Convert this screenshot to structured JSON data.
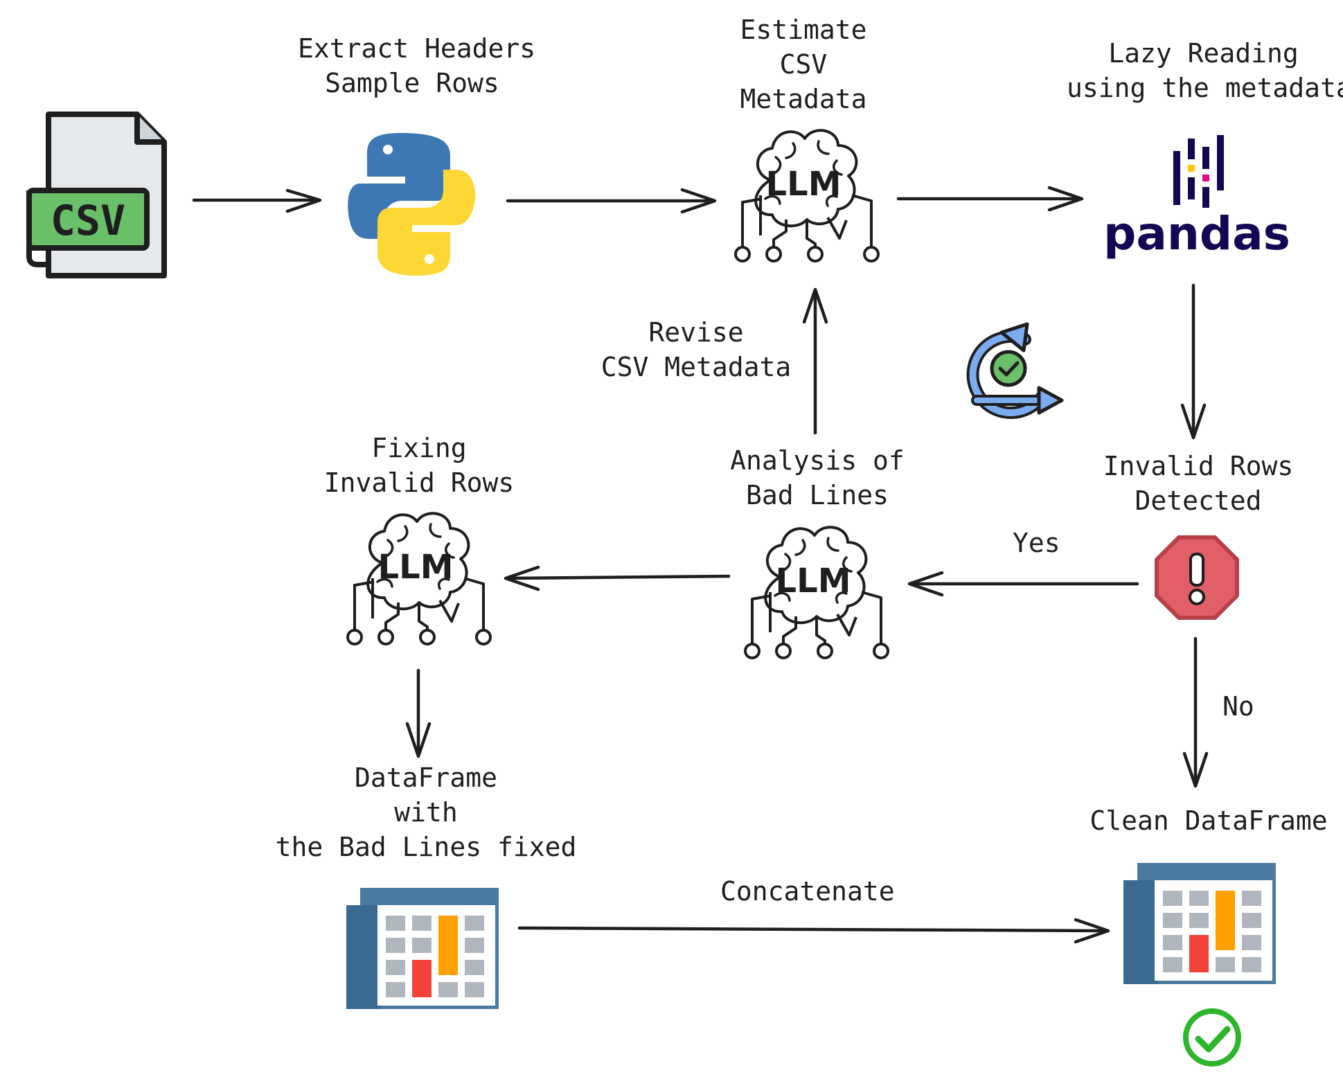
{
  "nodes": {
    "csv_file": {
      "badge": "CSV",
      "icon": "csv-file-icon"
    },
    "extract": {
      "lines": [
        "Extract Headers",
        "Sample Rows"
      ],
      "icon": "python-logo-icon"
    },
    "estimate": {
      "lines": [
        "Estimate",
        "CSV",
        "Metadata"
      ],
      "icon": "llm-brain-icon",
      "badge": "LLM"
    },
    "lazy_read": {
      "lines": [
        "Lazy Reading",
        "using the metadata"
      ],
      "icon": "pandas-logo-icon",
      "badge": "pandas"
    },
    "invalid_rows": {
      "lines": [
        "Invalid Rows",
        "Detected"
      ],
      "icon": "warning-octagon-icon"
    },
    "analysis": {
      "lines": [
        "Analysis of",
        "Bad Lines"
      ],
      "icon": "llm-brain-icon",
      "badge": "LLM"
    },
    "fixing": {
      "lines": [
        "Fixing",
        "Invalid Rows"
      ],
      "icon": "llm-brain-icon",
      "badge": "LLM"
    },
    "revise": {
      "lines": [
        "Revise",
        "CSV Metadata"
      ]
    },
    "fixed_df": {
      "lines": [
        "DataFrame",
        "with",
        "the Bad Lines fixed"
      ],
      "icon": "dataframe-table-icon"
    },
    "clean_df": {
      "lines": [
        "Clean DataFrame"
      ],
      "icon": "dataframe-table-icon",
      "status_icon": "check-circle-icon"
    },
    "loop": {
      "icon": "refresh-check-icon"
    }
  },
  "edges": {
    "yes": "Yes",
    "no": "No",
    "concatenate": "Concatenate"
  },
  "colors": {
    "ink": "#1e1e1e",
    "python_blue": "#3d77b4",
    "python_yellow": "#fdd835",
    "csv_green": "#6abf69",
    "pandas_navy": "#130754",
    "pandas_pink": "#e70488",
    "pandas_yellow": "#ffca00",
    "warning_red": "#e25e68",
    "table_blue": "#4a7aa0",
    "table_gray": "#b0b6bd",
    "bar_orange": "#ffa000",
    "bar_red": "#f44336",
    "check_green": "#2db52b",
    "loop_blue": "#7cacf0"
  }
}
